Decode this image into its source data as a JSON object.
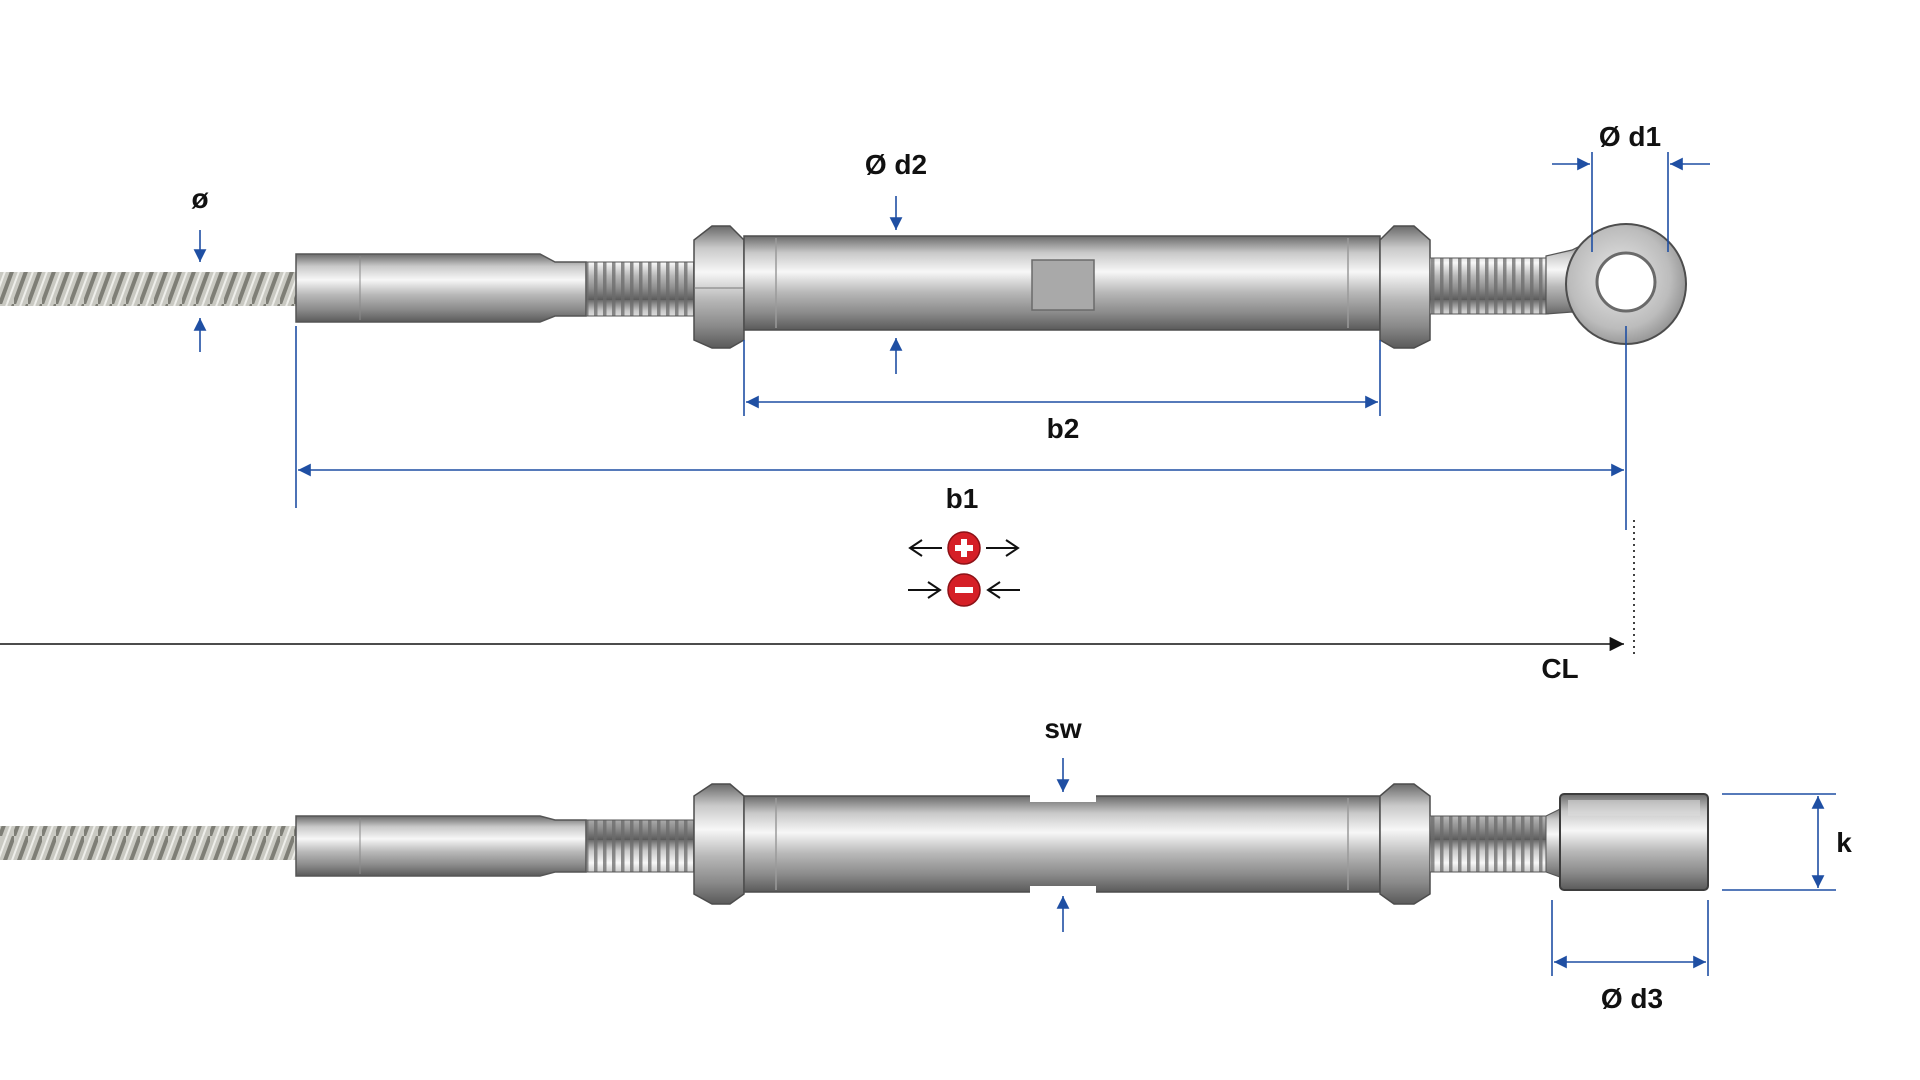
{
  "labels": {
    "cable_diameter": "ø",
    "d1": "Ø d1",
    "d2": "Ø d2",
    "d3": "Ø d3",
    "b1": "b1",
    "b2": "b2",
    "cl": "CL",
    "sw": "sw",
    "k": "k"
  },
  "adjustment_icons": {
    "extend": "plus-circle-icon",
    "retract": "minus-circle-icon"
  },
  "colors": {
    "dimension_line": "#1f4fa3",
    "adjust_badge": "#d51f26",
    "steel_dark": "#6e6e6e",
    "steel_light": "#f2f2f2"
  }
}
